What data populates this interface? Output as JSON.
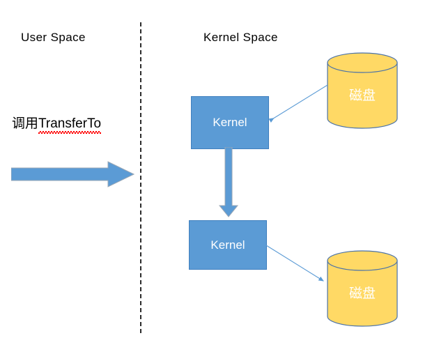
{
  "diagram": {
    "title_user_space": "User Space",
    "title_kernel_space": "Kernel Space",
    "call_text_cjk": "调用",
    "call_text_latin": "TransferTo",
    "kernel_top_label": "Kernel",
    "kernel_bottom_label": "Kernel",
    "disk_top_label": "磁盘",
    "disk_bottom_label": "磁盘",
    "colors": {
      "kernel_fill": "#5b9bd5",
      "kernel_border": "#3f7fbe",
      "disk_fill": "#ffd965",
      "disk_border": "#4a72a8",
      "arrow_fill": "#5b9bd5",
      "arrow_border": "#9aa7b5",
      "divider": "#2b2b2b",
      "connector": "#5b9bd5",
      "spellcheck": "#ff0000",
      "text_dark": "#000000",
      "text_light": "#ffffff"
    }
  }
}
